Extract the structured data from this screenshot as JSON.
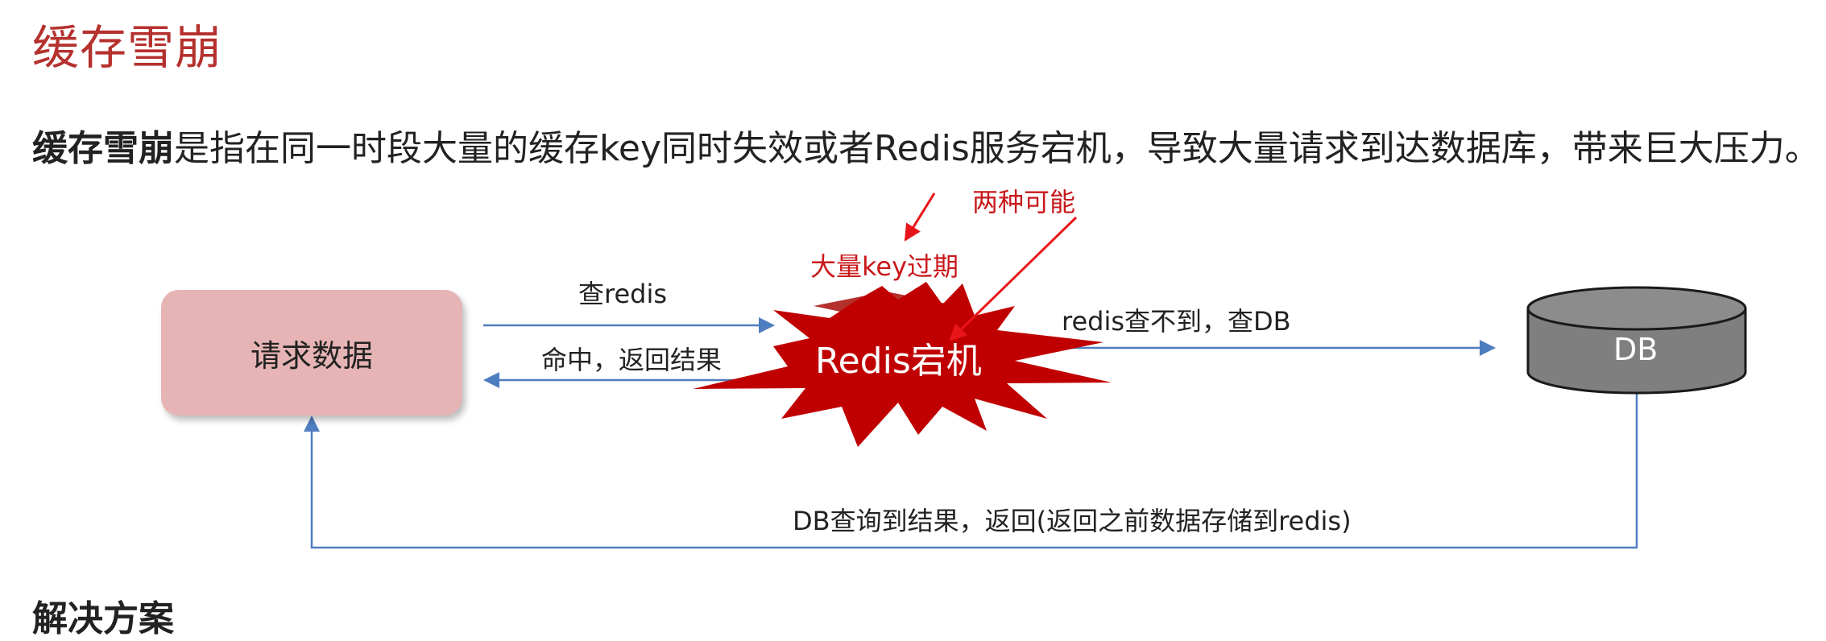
{
  "title": "缓存雪崩",
  "definition": {
    "term": "缓存雪崩",
    "text": "是指在同一时段大量的缓存key同时失效或者Redis服务宕机，导致大量请求到达数据库，带来巨大压力。"
  },
  "diagram": {
    "request_box": "请求数据",
    "redis_node": "Redis宕机",
    "db_node": "DB",
    "edge_query_redis": "查redis",
    "edge_hit_return": "命中，返回结果",
    "edge_miss_query_db": "redis查不到，查DB",
    "edge_db_return": "DB查询到结果，返回(返回之前数据存储到redis)",
    "annotation_two_cases": "两种可能",
    "annotation_key_expire": "大量key过期",
    "colors": {
      "title": "#b5312e",
      "request_box": "#e6b4b4",
      "redis_burst": "#c00000",
      "db_cylinder": "#7f7f7f",
      "arrows": "#4f7ec0",
      "annotation": "#e8161a"
    }
  },
  "next_section": "解决方案"
}
